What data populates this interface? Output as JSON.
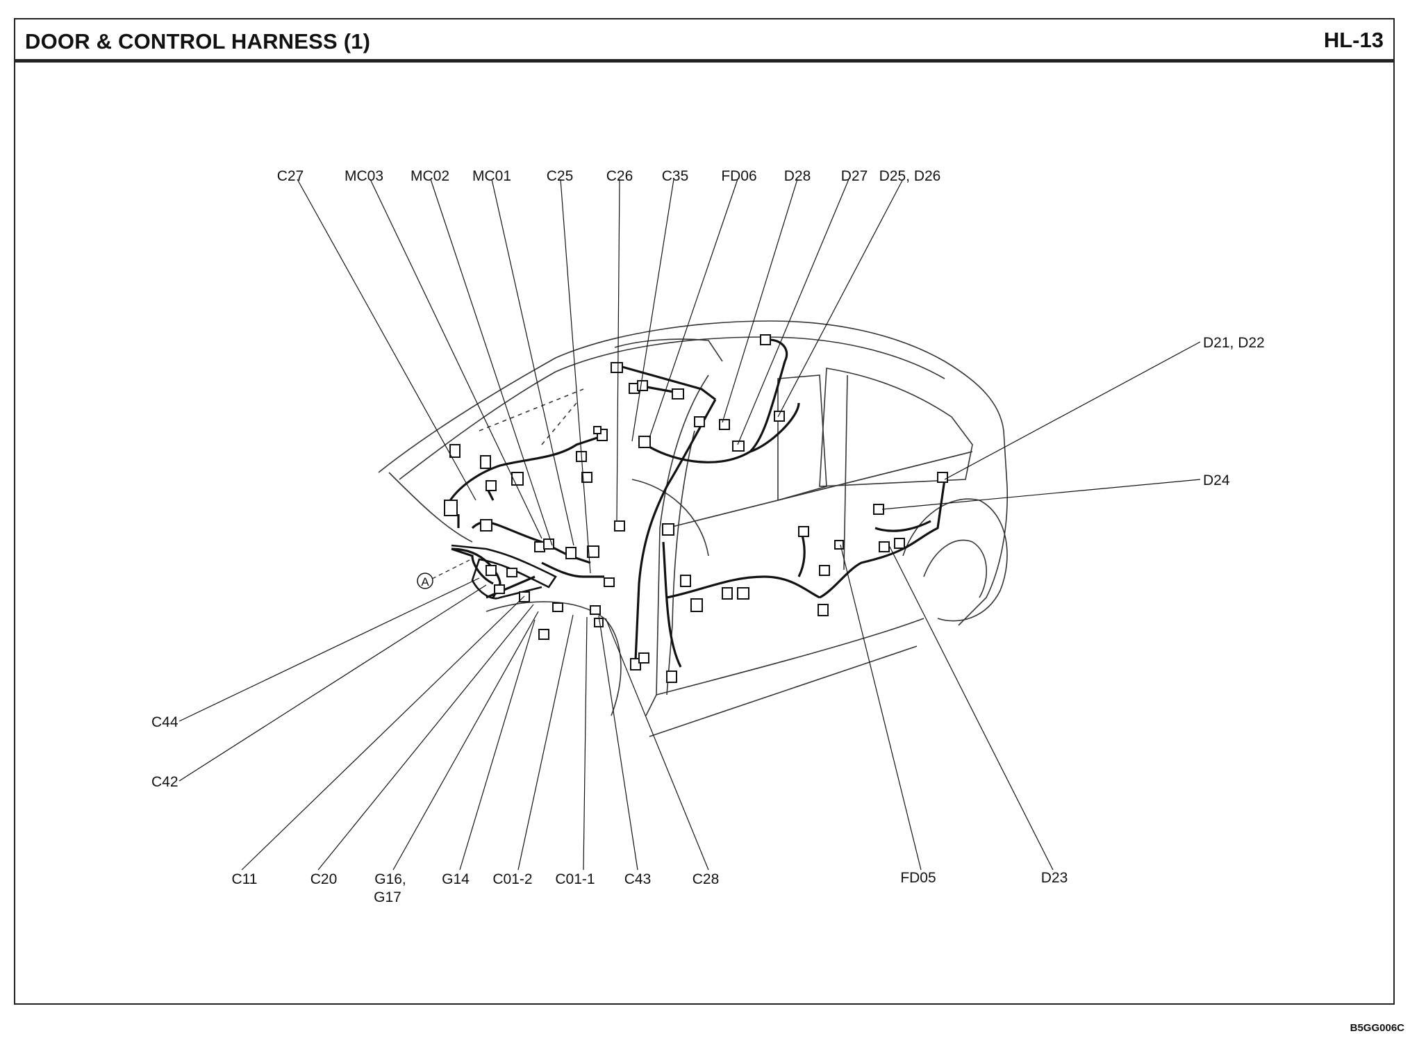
{
  "header": {
    "title": "DOOR & CONTROL HARNESS (1)",
    "page": "HL-13"
  },
  "figure_code": "B5GG006C",
  "detail_marker": "A",
  "callouts": {
    "top": [
      "C27",
      "MC03",
      "MC02",
      "MC01",
      "C25",
      "C26",
      "C35",
      "FD06",
      "D28",
      "D27",
      "D25, D26"
    ],
    "right": [
      "D21, D22",
      "D24"
    ],
    "left": [
      "C44",
      "C42"
    ],
    "bottom": [
      "C11",
      "C20",
      "G16,",
      "G17",
      "G14",
      "C01-2",
      "C01-1",
      "C43",
      "C28",
      "FD05",
      "D23"
    ]
  }
}
